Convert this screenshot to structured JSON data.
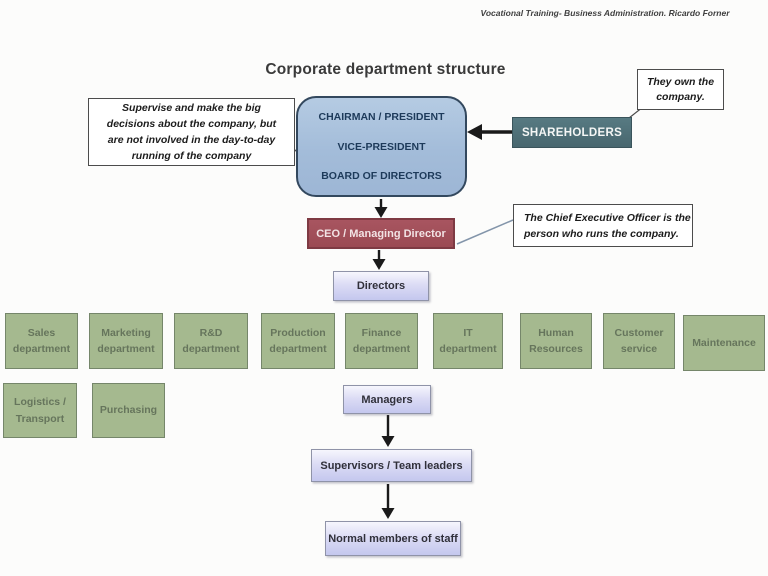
{
  "page": {
    "credit": "Vocational Training- Business Administration. Ricardo Forner",
    "title": "Corporate department structure"
  },
  "callouts": {
    "board_note": {
      "line1": "Supervise and make the big",
      "line2": "decisions about the company, but",
      "line3": "are not involved in the day-to-day",
      "line4": "running of the company"
    },
    "shareholders_note": {
      "line1": "They own the",
      "line2": "company."
    },
    "ceo_note": {
      "line1": "The Chief Executive Officer is the",
      "line2": "person who runs the company."
    }
  },
  "hierarchy": {
    "board": {
      "line1": "CHAIRMAN / PRESIDENT",
      "line2": "VICE-PRESIDENT",
      "line3": "BOARD OF DIRECTORS"
    },
    "shareholders": "SHAREHOLDERS",
    "ceo": "CEO / Managing Director",
    "directors": "Directors",
    "managers": "Managers",
    "supervisors": "Supervisors / Team leaders",
    "staff": "Normal members of staff"
  },
  "departments": [
    "Sales department",
    "Marketing department",
    "R&D department",
    "Production department",
    "Finance department",
    "IT department",
    "Human Resources",
    "Customer service",
    "Maintenance",
    "Logistics / Transport",
    "Purchasing"
  ],
  "colors": {
    "board_fill": "#a9c2dd",
    "board_border": "#33485e",
    "board_text": "#1d3a5a",
    "shareholders_fill": "#4e7078",
    "shareholders_text": "#f4f6f5",
    "ceo_fill": "#a04f58",
    "ceo_border": "#7e3a43",
    "ceo_text": "#f2e3e4",
    "level_fill_top": "#f6f6fd",
    "level_fill_bottom": "#c4c7ee",
    "department_fill": "#a5b98f",
    "department_border": "#75866a",
    "department_text": "#66755c",
    "arrow": "#1a1a1a"
  }
}
